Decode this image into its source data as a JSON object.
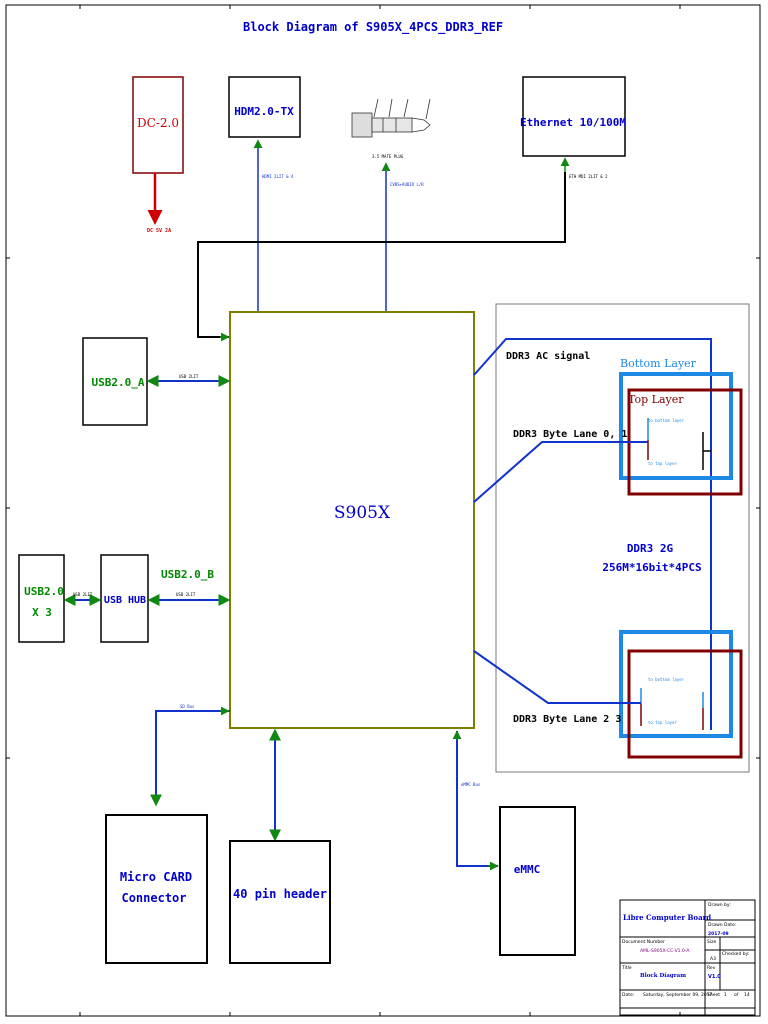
{
  "title": "Block Diagram of S905X_4PCS_DDR3_REF",
  "blocks": {
    "dc": "DC-2.0",
    "dc_label": "DC 5V 2A",
    "hdmi": "HDM2.0-TX",
    "hdmi_bus": "HDMI 2LIT & 4",
    "audio_plug": "3.5 MATE PLUG",
    "audio_bus": "CVBS+AUDIO L/R",
    "ethernet": "Ethernet  10/100M",
    "eth_bus": "ETH MDI 2LIT & 2",
    "usb_a": "USB2.0_A",
    "usb_a_bus": "USB 2LIT",
    "soc": "S905X",
    "usb_x3_line1": "USB2.0",
    "usb_x3_line2": "X 3",
    "usb_hub": "USB  HUB",
    "usb_b": "USB2.0_B",
    "usb_b_bus1": "USB 2LIT",
    "usb_b_bus2": "USB 2LIT",
    "sd_bus": "SD Bus",
    "emmc_bus": "eMMC Bus",
    "micro_card_line1": "Micro  CARD",
    "micro_card_line2": "Connector",
    "pin_header": "40  pin  header",
    "emmc": "eMMC"
  },
  "ddr": {
    "ac_signal": "DDR3 AC signal",
    "bottom_layer": "Bottom Layer",
    "top_layer": "Top Layer",
    "byte_lane_01": "DDR3 Byte Lane 0, 1",
    "byte_lane_23": "DDR3 Byte Lane 2 3",
    "to_bottom_layer": "to bottom layer",
    "to_top_layer": "to top layer",
    "size_line1": "DDR3  2G",
    "size_line2": "256M*16bit*4PCS"
  },
  "title_block": {
    "drawn_by": "Drawn by:",
    "company": "Libre Computer Board",
    "drawn_date": "Drawn Date:",
    "date_val": "2017-09",
    "document_number": "Document  Number",
    "doc_val": "AML-S905X-CC-V1.0-A",
    "size": "Size",
    "size_val": "A3",
    "checked_by": "Checked  by:",
    "title_label": "Title",
    "title_val": "Block  Diagram",
    "rev": "Rev",
    "rev_val": "V1.0",
    "date": "Date:",
    "date_full": "Saturday, September 09, 2017",
    "sheet": "Sheet",
    "sheet_num": "1",
    "of": "of",
    "sheet_total": "14"
  },
  "colors": {
    "blue_text": "#0000cc",
    "green_text": "#008800",
    "red": "#cc0000",
    "maroon": "#800000",
    "olive": "#808000",
    "line_blue": "#1133cc",
    "arrow_green": "#118811",
    "layer_blue": "#1e88e5"
  }
}
